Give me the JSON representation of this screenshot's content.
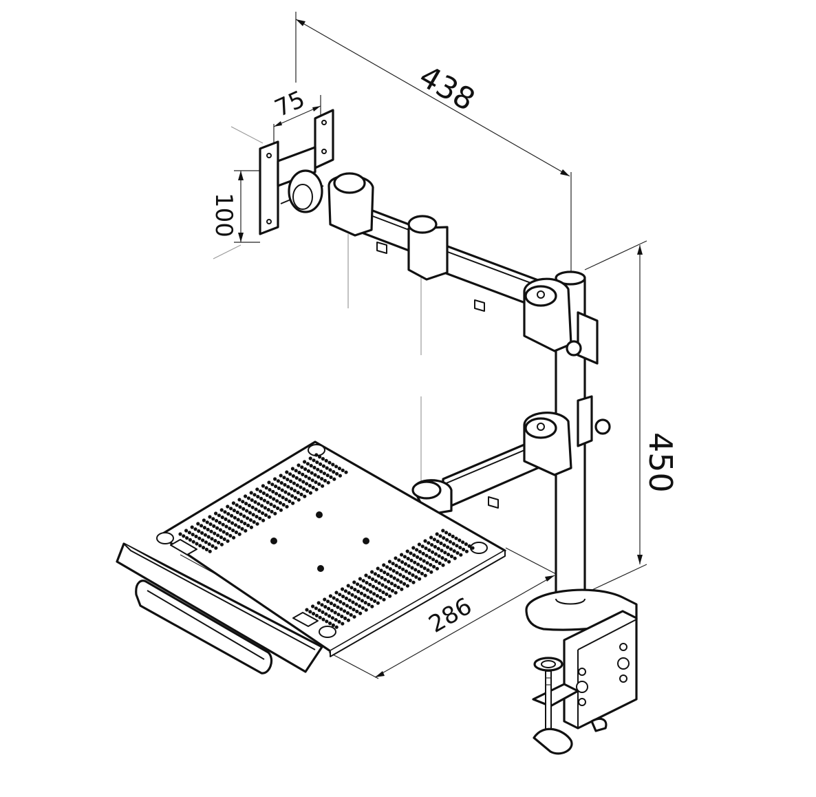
{
  "diagram": {
    "dimensions": {
      "arm_reach": "438",
      "vesa_horizontal": "75",
      "vesa_vertical": "100",
      "pole_height": "450",
      "tray_depth": "286",
      "tray_width": "286"
    },
    "colors": {
      "line": "#111111",
      "guide": "#9a9a9a",
      "background": "#ffffff"
    }
  }
}
